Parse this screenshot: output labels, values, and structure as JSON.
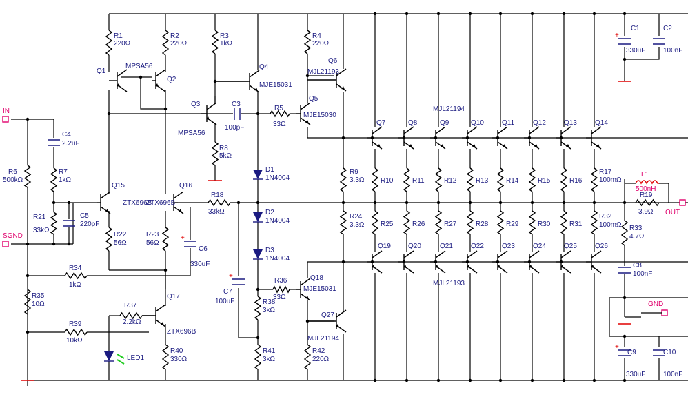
{
  "resistors": [
    {
      "name": "R1",
      "value": "220Ω"
    },
    {
      "name": "R2",
      "value": "220Ω"
    },
    {
      "name": "R3",
      "value": "1kΩ"
    },
    {
      "name": "R4",
      "value": "220Ω"
    },
    {
      "name": "R5",
      "value": "33Ω"
    },
    {
      "name": "R6",
      "value": "500kΩ"
    },
    {
      "name": "R7",
      "value": "1kΩ"
    },
    {
      "name": "R8",
      "value": "5kΩ"
    },
    {
      "name": "R9",
      "value": "3.3Ω"
    },
    {
      "name": "R10",
      "value": ""
    },
    {
      "name": "R11",
      "value": ""
    },
    {
      "name": "R12",
      "value": ""
    },
    {
      "name": "R13",
      "value": ""
    },
    {
      "name": "R14",
      "value": ""
    },
    {
      "name": "R15",
      "value": ""
    },
    {
      "name": "R16",
      "value": ""
    },
    {
      "name": "R17",
      "value": "100mΩ"
    },
    {
      "name": "R18",
      "value": "33kΩ"
    },
    {
      "name": "R19",
      "value": "3.9Ω"
    },
    {
      "name": "R21",
      "value": "33kΩ"
    },
    {
      "name": "R22",
      "value": "56Ω"
    },
    {
      "name": "R23",
      "value": "56Ω"
    },
    {
      "name": "R24",
      "value": "3.3Ω"
    },
    {
      "name": "R25",
      "value": ""
    },
    {
      "name": "R26",
      "value": ""
    },
    {
      "name": "R27",
      "value": ""
    },
    {
      "name": "R28",
      "value": ""
    },
    {
      "name": "R29",
      "value": ""
    },
    {
      "name": "R30",
      "value": ""
    },
    {
      "name": "R31",
      "value": ""
    },
    {
      "name": "R32",
      "value": "100mΩ"
    },
    {
      "name": "R33",
      "value": "4.7Ω"
    },
    {
      "name": "R34",
      "value": "1kΩ"
    },
    {
      "name": "R35",
      "value": "10Ω"
    },
    {
      "name": "R36",
      "value": "33Ω"
    },
    {
      "name": "R37",
      "value": "2.2kΩ"
    },
    {
      "name": "R38",
      "value": "3kΩ"
    },
    {
      "name": "R39",
      "value": "10kΩ"
    },
    {
      "name": "R40",
      "value": "330Ω"
    },
    {
      "name": "R41",
      "value": "3kΩ"
    },
    {
      "name": "R42",
      "value": "220Ω"
    }
  ],
  "capacitors": [
    {
      "name": "C1",
      "value": "330uF"
    },
    {
      "name": "C2",
      "value": "100nF"
    },
    {
      "name": "C3",
      "value": "100pF"
    },
    {
      "name": "C4",
      "value": "2.2uF"
    },
    {
      "name": "C5",
      "value": "220pF"
    },
    {
      "name": "C6",
      "value": "330uF"
    },
    {
      "name": "C7",
      "value": "100uF"
    },
    {
      "name": "C8",
      "value": "100nF"
    },
    {
      "name": "C9",
      "value": "330uF"
    },
    {
      "name": "C10",
      "value": "100nF"
    }
  ],
  "transistors": [
    {
      "name": "Q1"
    },
    {
      "name": "Q2"
    },
    {
      "name": "Q3"
    },
    {
      "name": "Q4"
    },
    {
      "name": "Q5"
    },
    {
      "name": "Q6"
    },
    {
      "name": "Q7"
    },
    {
      "name": "Q8"
    },
    {
      "name": "Q9"
    },
    {
      "name": "Q10"
    },
    {
      "name": "Q11"
    },
    {
      "name": "Q12"
    },
    {
      "name": "Q13"
    },
    {
      "name": "Q14"
    },
    {
      "name": "Q15"
    },
    {
      "name": "Q16"
    },
    {
      "name": "Q17"
    },
    {
      "name": "Q18"
    },
    {
      "name": "Q19"
    },
    {
      "name": "Q20"
    },
    {
      "name": "Q21"
    },
    {
      "name": "Q22"
    },
    {
      "name": "Q23"
    },
    {
      "name": "Q24"
    },
    {
      "name": "Q25"
    },
    {
      "name": "Q26"
    },
    {
      "name": "Q27"
    }
  ],
  "part_labels": [
    "MPSA56",
    "MPSA56",
    "MJE15031",
    "MJE15030",
    "MJL21193",
    "MJL21194",
    "ZTX696B",
    "ZTX696B",
    "ZTX696B",
    "MJE15031",
    "MJL21193",
    "MJL21194"
  ],
  "diodes": [
    {
      "name": "D1",
      "value": "1N4004"
    },
    {
      "name": "D2",
      "value": "1N4004"
    },
    {
      "name": "D3",
      "value": "1N4004"
    }
  ],
  "led": {
    "name": "LED1"
  },
  "inductor": {
    "name": "L1",
    "value": "500nH"
  },
  "ports": {
    "in": "IN",
    "sgnd": "SGND",
    "out": "OUT",
    "gnd": "GND"
  },
  "colors": {
    "wire": "#000000",
    "label": "#1a1a80",
    "port": "#e0006c",
    "supply": "#e00000",
    "led": "#22cc22"
  }
}
